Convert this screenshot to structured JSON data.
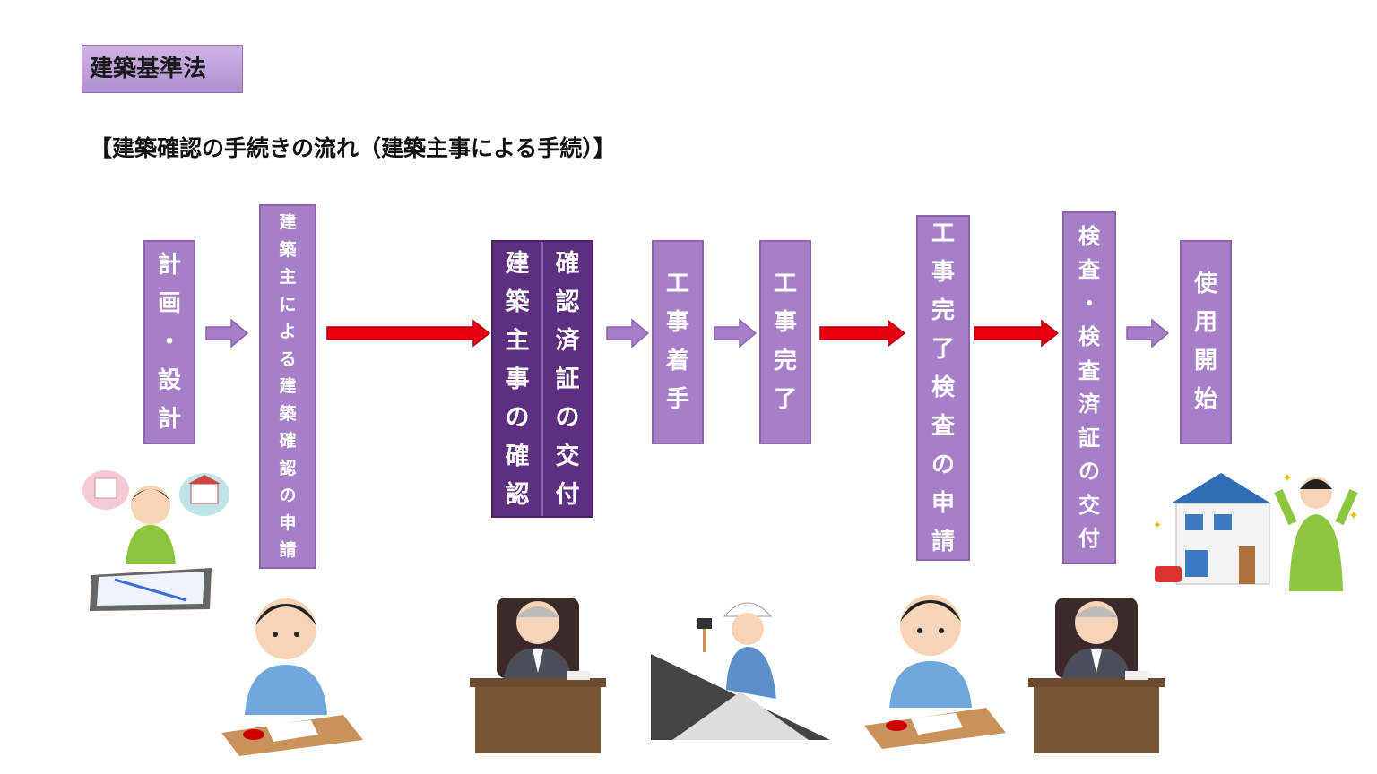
{
  "header": {
    "tag": "建築基準法"
  },
  "subtitle": "【建築確認の手続きの流れ（建築主事による手続）】",
  "steps": {
    "plan": "計画・設計",
    "apply": "建築主による建築確認の申請",
    "confirm_left": "建築主事の確認",
    "confirm_right": "確認済証の交付",
    "start_work": "工事着手",
    "complete_work": "工事完了",
    "inspection_apply": "工事完了検査の申請",
    "inspection_cert": "検査・検査済証の交付",
    "use_start": "使用開始"
  },
  "colors": {
    "box": "#a77fc8",
    "box_dark": "#5e2f80",
    "arrow_light": "#a77fc8",
    "arrow_red": "#e60012"
  },
  "icons": {
    "designer": "person-designing-icon",
    "applicant": "person-signing-icon",
    "official": "official-at-desk-icon",
    "worker": "construction-worker-icon",
    "happy_owner": "house-owner-icon"
  }
}
